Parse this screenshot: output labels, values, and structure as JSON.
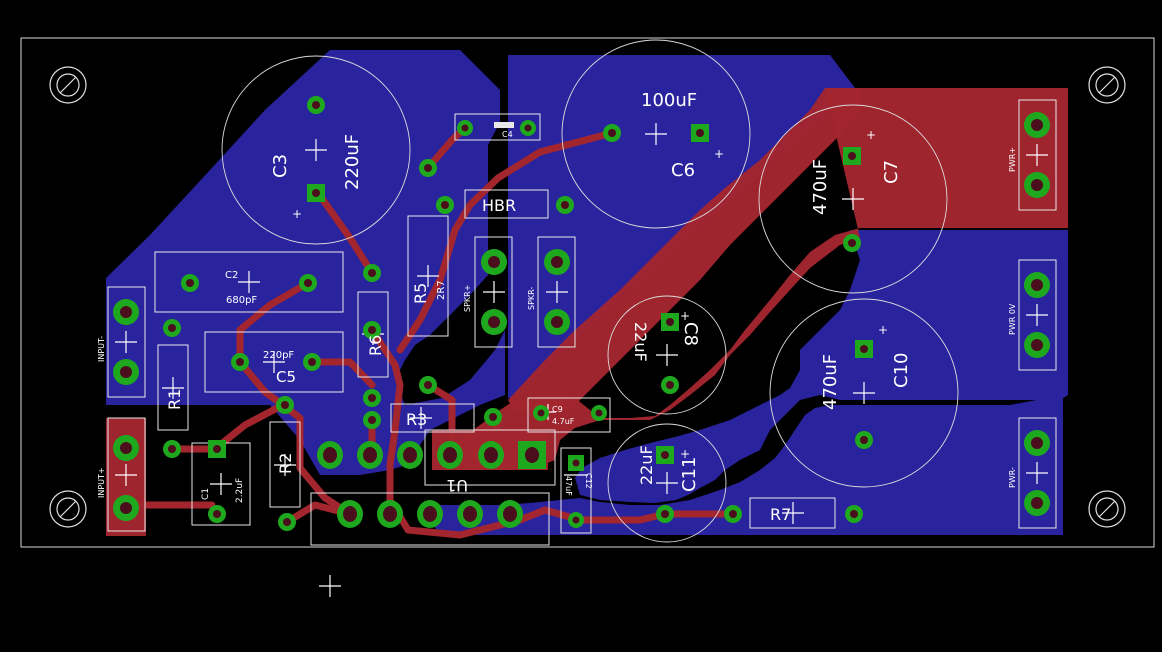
{
  "labels": {
    "c3_name": "C3",
    "c3_value": "220uF",
    "c6_value": "100uF",
    "c6_name": "C6",
    "c7_value": "470uF",
    "c7_name": "C7",
    "c8_value": "22uF",
    "c8_name": "C8",
    "c10_value": "470uF",
    "c10_name": "C10",
    "c11_value": "22uF",
    "c11_name": "C11",
    "c2_name": "C2",
    "c2_value": "680pF",
    "c5_name": "C5",
    "c5_value": "220pF",
    "c1_name": "C1",
    "c1_value": "2.2uF",
    "c4_name": "C4",
    "c9_name": "C9",
    "c9_value": "4.7uF",
    "c12_name": "C12",
    "c12_value": "47uF",
    "hbr": "HBR",
    "r5_name": "R5",
    "r5_value": "2R7",
    "r6_name": "R6",
    "r3_name": "R3",
    "r1_name": "R1",
    "r2_name": "R2",
    "r7_name": "R7",
    "u1_name": "U1",
    "spkr_plus": "SPKR+",
    "spkr_minus": "SPKR-",
    "input_minus": "INPUT-",
    "input_plus": "INPUT+",
    "pwr_plus": "PWR+",
    "pwr_0v": "PWR 0V",
    "pwr_minus": "PWR-",
    "plus": "+"
  },
  "colors": {
    "background": "#000000",
    "bottom_copper": "#2a239e",
    "top_copper": "#a3252e",
    "pad": "#1ea81e",
    "silkscreen": "#e8e8e8"
  }
}
